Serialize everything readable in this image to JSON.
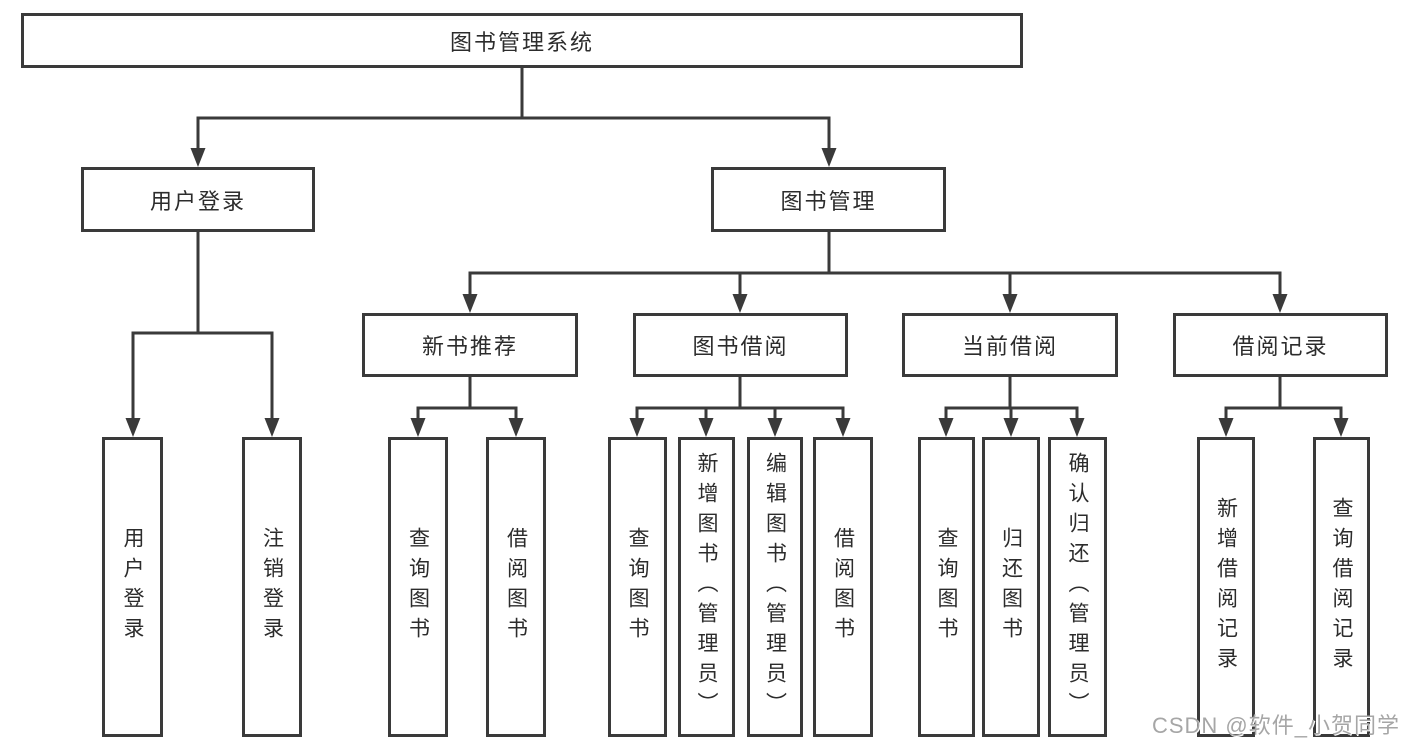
{
  "diagram": {
    "root": {
      "label": "图书管理系统"
    },
    "branches": [
      {
        "label": "用户登录",
        "children": [
          {
            "label": "用户登录"
          },
          {
            "label": "注销登录"
          }
        ]
      },
      {
        "label": "图书管理",
        "children": [
          {
            "label": "新书推荐",
            "children": [
              {
                "label": "查询图书"
              },
              {
                "label": "借阅图书"
              }
            ]
          },
          {
            "label": "图书借阅",
            "children": [
              {
                "label": "查询图书"
              },
              {
                "label": "新增图书（管理员）"
              },
              {
                "label": "编辑图书（管理员）"
              },
              {
                "label": "借阅图书"
              }
            ]
          },
          {
            "label": "当前借阅",
            "children": [
              {
                "label": "查询图书"
              },
              {
                "label": "归还图书"
              },
              {
                "label": "确认归还（管理员）"
              }
            ]
          },
          {
            "label": "借阅记录",
            "children": [
              {
                "label": "新增借阅记录"
              },
              {
                "label": "查询借阅记录"
              }
            ]
          }
        ]
      }
    ]
  },
  "watermark": {
    "text": "CSDN @软件_小贺同学",
    "color": "#a6a6a6"
  },
  "colors": {
    "line": "#3a3a3a",
    "text": "#2c2c2c",
    "background": "#ffffff"
  }
}
